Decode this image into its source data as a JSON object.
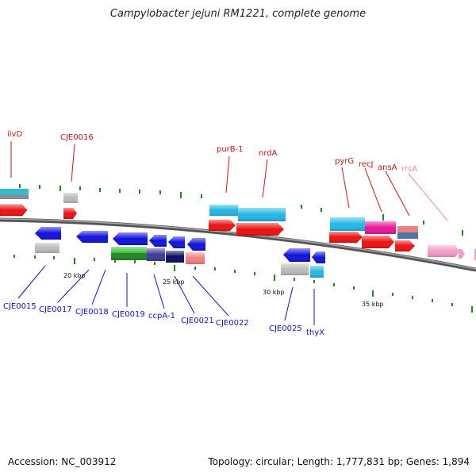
{
  "title": "Campylobacter jejuni RM1221, complete genome",
  "scale": {
    "k20": "20 kbp",
    "k25": "25 kbp",
    "k30": "30 kbp",
    "k35": "35 kbp"
  },
  "genes_top": [
    "ilvD",
    "CJE0016",
    "purB-1",
    "nrdA",
    "pyrG",
    "recJ",
    "ansA",
    "rrsA"
  ],
  "genes_bottom": [
    "CJE0015",
    "CJE0017",
    "CJE0018",
    "CJE0019",
    "ccpA-1",
    "CJE0021",
    "CJE0022",
    "CJE0025",
    "thyX"
  ],
  "colors": {
    "forward_gene": "#ee1111",
    "reverse_gene": "#1111dd",
    "rrna": "#f59bc8",
    "backbone": "#555555",
    "tick": "#1e8a1e"
  },
  "footer": {
    "accession": "Accession: NC_003912",
    "topology": "Topology: circular; Length: 1,777,831 bp; Genes: 1,894"
  }
}
